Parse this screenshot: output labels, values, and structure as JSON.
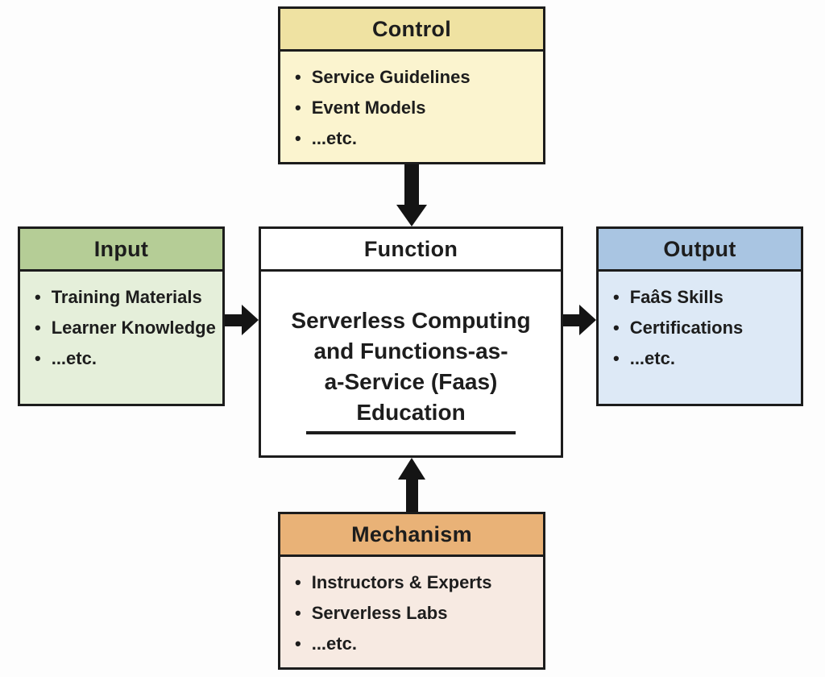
{
  "colors": {
    "page_bg": "#fdfdfd",
    "border": "#1c1c1c",
    "arrow": "#141414",
    "text": "#1d1d1d",
    "control_header": "#efe2a2",
    "control_body": "#fbf4cf",
    "input_header": "#b5cd96",
    "input_body": "#e5efda",
    "function_bg": "#ffffff",
    "output_header": "#a9c5e2",
    "output_body": "#dde9f6",
    "mechanism_header": "#e9b277",
    "mechanism_body": "#f7eae2"
  },
  "boxes": {
    "control": {
      "header": "Control",
      "items": [
        "Service Guidelines",
        "Event Models",
        "...etc."
      ]
    },
    "input": {
      "header": "Input",
      "items": [
        "Training Materials",
        "Learner Knowledge",
        "...etc."
      ]
    },
    "function": {
      "header": "Function",
      "lines": [
        "Serverless Computing",
        "and Functions-as-",
        "a-Service (Faas)",
        "Education"
      ],
      "full_text": "Serverless Computing and Functions-as-a-Service (Faas) Education"
    },
    "output": {
      "header": "Output",
      "items": [
        "FaâS Skills",
        "Certifications",
        "...etc."
      ]
    },
    "mechanism": {
      "header": "Mechanism",
      "items": [
        "Instructors & Experts",
        "Serverless Labs",
        "...etc."
      ]
    }
  },
  "arrows": [
    {
      "from": "control",
      "to": "function",
      "direction": "down"
    },
    {
      "from": "input",
      "to": "function",
      "direction": "right"
    },
    {
      "from": "function",
      "to": "output",
      "direction": "right"
    },
    {
      "from": "mechanism",
      "to": "function",
      "direction": "up"
    }
  ]
}
